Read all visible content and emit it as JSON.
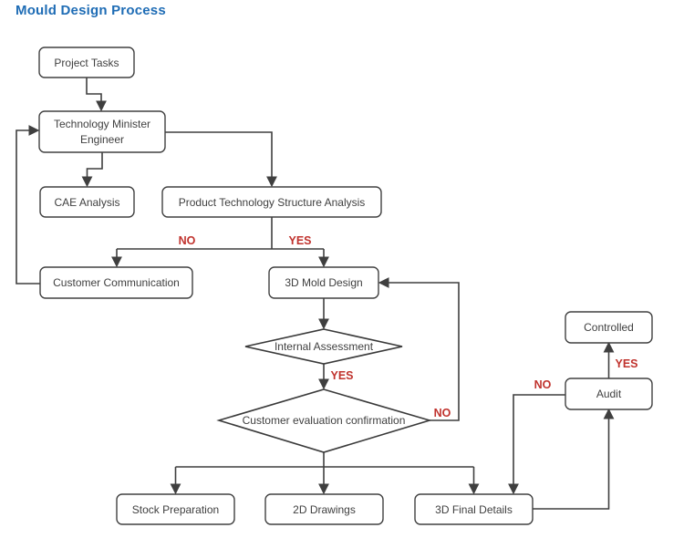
{
  "title": "Mould Design Process",
  "colors": {
    "title": "#1e6cb5",
    "line": "#3f3f3f",
    "node_border": "#404040",
    "node_text": "#404040",
    "branch_label": "#c0322d",
    "background": "#ffffff"
  },
  "nodes": {
    "project_tasks": {
      "label": "Project Tasks"
    },
    "tech_minister": {
      "line1": "Technology Minister",
      "line2": "Engineer"
    },
    "cae_analysis": {
      "label": "CAE Analysis"
    },
    "product_structure": {
      "label": "Product Technology Structure Analysis"
    },
    "customer_communication": {
      "label": "Customer Communication"
    },
    "mold_design_3d": {
      "label": "3D Mold Design"
    },
    "internal_assessment": {
      "label": "Internal Assessment"
    },
    "customer_evaluation": {
      "label": "Customer evaluation confirmation"
    },
    "stock_preparation": {
      "label": "Stock Preparation"
    },
    "drawings_2d": {
      "label": "2D Drawings"
    },
    "final_details_3d": {
      "label": "3D Final Details"
    },
    "audit": {
      "label": "Audit"
    },
    "controlled": {
      "label": "Controlled"
    }
  },
  "edge_labels": {
    "structure_no": "NO",
    "structure_yes": "YES",
    "internal_yes": "YES",
    "evaluation_no": "NO",
    "audit_no": "NO",
    "audit_yes": "YES"
  }
}
